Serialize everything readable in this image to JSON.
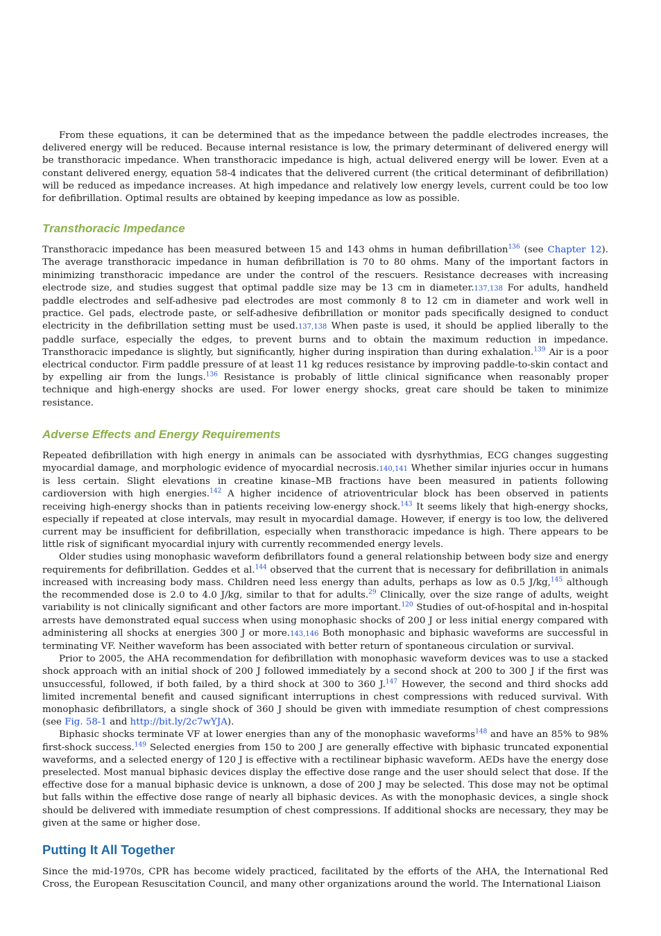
{
  "p1": {
    "text": "From these equations, it can be determined that as the impedance between the paddle electrodes increases, the delivered energy will be reduced. Because internal resistance is low, the primary determinant of delivered energy will be transthoracic impedance. When transthoracic impedance is high, actual delivered energy will be lower. Even at a constant delivered energy, equation 58-4 indicates that the delivered current (the critical determinant of defibrillation) will be reduced as impedance increases. At high impedance and relatively low energy levels, current could be too low for defibrillation. Optimal results are obtained by keeping impedance as low as possible."
  },
  "sec_transthoracic": {
    "heading": "Transthoracic Impedance",
    "t1": "Transthoracic impedance has been measured between 15 and 143 ohms in human defibrillation",
    "r1": "136",
    "t2": " (see ",
    "link1": "Chapter 12",
    "t3": "). The average transthoracic impedance in human defibrillation is 70 to 80 ohms. Many of the important factors in minimizing transthoracic impedance are under the control of the rescuers. Resistance decreases with increasing electrode size, and studies suggest that optimal paddle size may be 13 cm in diameter.",
    "r2": "137,138",
    "t4": " For adults, handheld paddle electrodes and self-adhesive pad electrodes are most commonly 8 to 12 cm in diameter and work well in practice. Gel pads, electrode paste, or self-adhesive defibrillation or monitor pads specifically designed to conduct electricity in the defibrillation setting must be used.",
    "r3": "137,138",
    "t5": " When paste is used, it should be applied liberally to the paddle surface, especially the edges, to prevent burns and to obtain the maximum reduction in impedance. Transthoracic impedance is slightly, but significantly, higher during inspiration than during exhalation.",
    "r4": "139",
    "t6": " Air is a poor electrical conductor. Firm paddle pressure of at least 11 kg reduces resistance by improving paddle-to-skin contact and by expelling air from the lungs.",
    "r5": "136",
    "t7": " Resistance is probably of little clinical significance when reasonably proper technique and high-energy shocks are used. For lower energy shocks, great care should be taken to minimize resistance."
  },
  "sec_adverse": {
    "heading": "Adverse Effects and Energy Requirements",
    "a1": "Repeated defibrillation with high energy in animals can be associated with dysrhythmias, ECG changes suggesting myocardial damage, and morphologic evidence of myocardial necrosis.",
    "ar1": "140,141",
    "a2": " Whether similar injuries occur in humans is less certain. Slight elevations in creatine kinase–MB fractions have been measured in patients following cardioversion with high energies.",
    "ar2": "142",
    "a3": " A higher incidence of atrioventricular block has been observed in patients receiving high-energy shocks than in patients receiving low-energy shock.",
    "ar3": "143",
    "a4": " It seems likely that high-energy shocks, especially if repeated at close intervals, may result in myocardial damage. However, if energy is too low, the delivered current may be insufficient for defibrillation, especially when transthoracic impedance is high. There appears to be little risk of significant myocardial injury with currently recommended energy levels.",
    "b1": "Older studies using monophasic waveform defibrillators found a general relationship between body size and energy requirements for defibrillation. Geddes et al.",
    "br1": "144",
    "b2": " observed that the current that is necessary for defibrillation in animals increased with increasing body mass. Children need less energy than adults, perhaps as low as 0.5 J/kg,",
    "br2": "145",
    "b3": " although the recommended dose is 2.0 to 4.0 J/kg, similar to that for adults.",
    "br3": "29",
    "b4": " Clinically, over the size range of adults, weight variability is not clinically significant and other factors are more important.",
    "br4": "120",
    "b5": " Studies of out-of-hospital and in-hospital arrests have demonstrated equal success when using monophasic shocks of 200 J or less initial energy compared with administering all shocks at energies 300 J or more.",
    "br5": "143,146",
    "b6": " Both monophasic and biphasic waveforms are successful in terminating VF. Neither waveform has been associated with better return of spontaneous circulation or survival.",
    "c1": "Prior to 2005, the AHA recommendation for defibrillation with monophasic waveform devices was to use a stacked shock approach with an initial shock of 200 J followed immediately by a second shock at 200 to 300 J if the first was unsuccessful, followed, if both failed, by a third shock at 300 to 360 J.",
    "cr1": "147",
    "c2": " However, the second and third shocks add limited incremental benefit and caused significant interruptions in chest compressions with reduced survival. With monophasic defibrillators, a single shock of 360 J should be given with immediate resumption of chest compressions (see ",
    "clink1": "Fig. 58-1",
    "c3": " and ",
    "clink2": "http://bit.ly/2c7wYJA",
    "c4": ").",
    "d1": "Biphasic shocks terminate VF at lower energies than any of the monophasic waveforms",
    "dr1": "148",
    "d2": " and have an 85% to 98% first-shock success.",
    "dr2": "149",
    "d3": " Selected energies from 150 to 200 J are generally effective with biphasic truncated exponential waveforms, and a selected energy of 120 J is effective with a rectilinear biphasic waveform. AEDs have the energy dose preselected. Most manual biphasic devices display the effective dose range and the user should select that dose. If the effective dose for a manual biphasic device is unknown, a dose of 200 J may be selected. This dose may not be optimal but falls within the effective dose range of nearly all biphasic devices. As with the monophasic devices, a single shock should be delivered with immediate resumption of chest compressions. If additional shocks are necessary, they may be given at the same or higher dose."
  },
  "sec_together": {
    "heading": "Putting It All Together",
    "text": "Since the mid-1970s, CPR has become widely practiced, facilitated by the efforts of the AHA, the International Red Cross, the European Resuscitation Council, and many other organizations around the world. The International Liaison"
  }
}
